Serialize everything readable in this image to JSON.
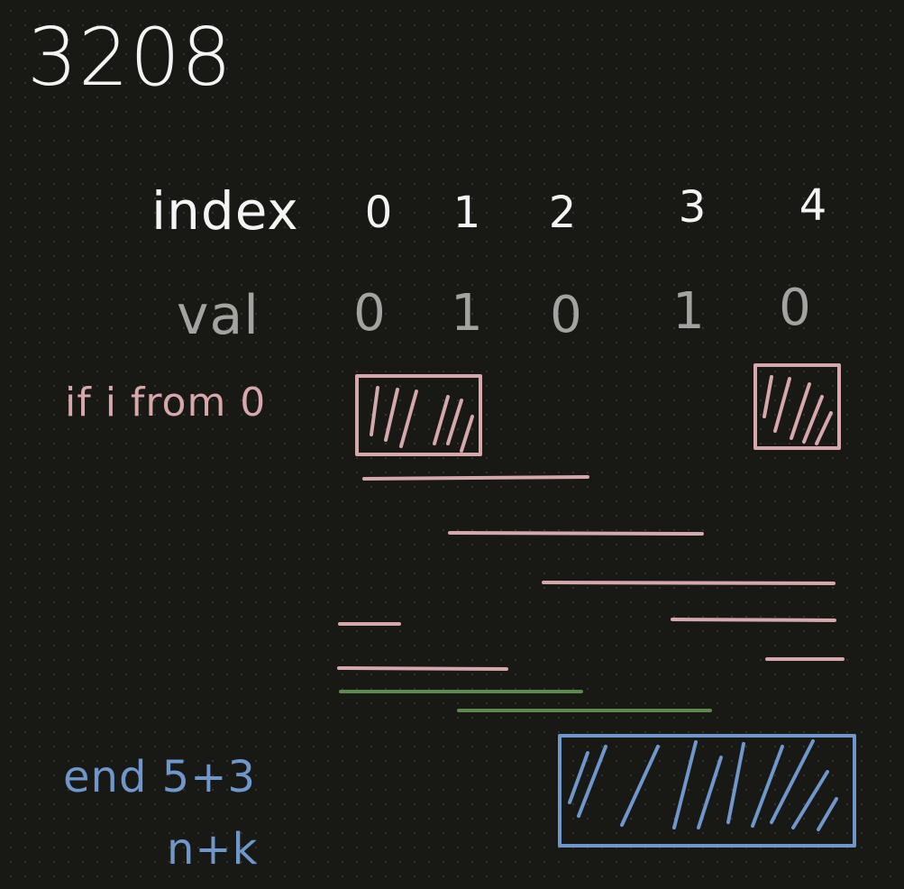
{
  "title": "3208",
  "row_labels": {
    "index": "index",
    "val": "val",
    "condition": "if i from 0"
  },
  "indices": [
    "0",
    "1",
    "2",
    "3",
    "4"
  ],
  "values": [
    "0",
    "1",
    "0",
    "1",
    "0"
  ],
  "end_note": {
    "line1": "end 5+3",
    "line2": "n+k"
  },
  "colors": {
    "background": "#181815",
    "ink_white": "#f4f4f4",
    "ink_gray": "#a3a3a1",
    "ink_pink": "#d6a7ab",
    "ink_green": "#5b8a4e",
    "ink_blue": "#6f97cc"
  }
}
